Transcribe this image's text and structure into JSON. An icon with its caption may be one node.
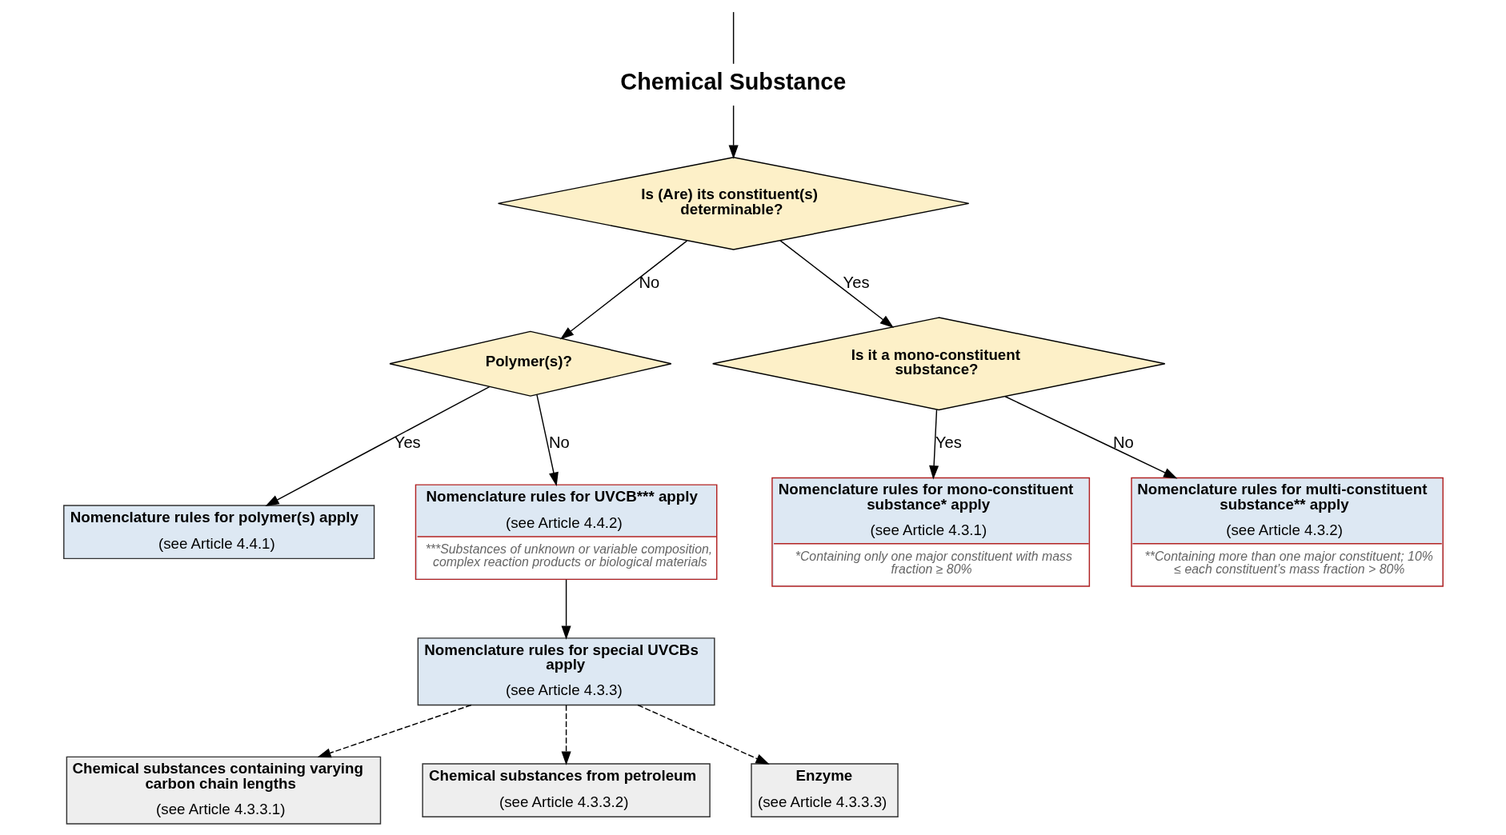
{
  "diagram": {
    "nodes": [
      {
        "text": [
          "Chemical Substance"
        ]
      },
      {
        "text": [
          "Is (Are) its constituent(s) determinable?"
        ]
      },
      {
        "text": [
          "Polymer(s)?"
        ]
      },
      {
        "text": [
          "Nomenclature rules for polymer(s) apply",
          "(see Article 4.4.1)"
        ]
      },
      {
        "text": [
          "Is it a mono-constituent substance?"
        ]
      },
      {
        "text": [
          "Nomenclature rules for UVCB*** apply",
          "(see Article 4.4.2)",
          "***Substances of unknown or variable composition, complex reaction products or biological materials"
        ]
      },
      {
        "text": [
          "Nomenclature rules for mono-constituent substance* apply",
          "(see Article 4.3.1)",
          "*Containing only one major constituent with mass fraction ≥ 80%"
        ]
      },
      {
        "text": [
          "Nomenclature rules for multi-constituent substance** apply",
          "(see Article 4.3.2)",
          "**Containing more than one major constituent; 10% ≤ each constituent’s mass fraction > 80%"
        ]
      },
      {
        "text": [
          "Nomenclature rules for special UVCBs apply",
          "(see Article 4.3.3)"
        ]
      },
      {
        "text": [
          "Chemical substances containing varying carbon chain lengths",
          "(see Article 4.3.3.1)"
        ]
      },
      {
        "text": [
          "Chemical substances from petroleum",
          "(see Article 4.3.3.2)"
        ]
      },
      {
        "text": [
          "Enzyme",
          "(see Article 4.3.3.3)"
        ]
      }
    ],
    "edges": [
      {
        "from": null,
        "to": 0,
        "arrow": "none"
      },
      {
        "from": 0,
        "to": 1,
        "arrow": "to"
      },
      {
        "from": 1,
        "to": 2,
        "arrow": "to",
        "label": "No"
      },
      {
        "from": 1,
        "to": 4,
        "arrow": "to",
        "label": "Yes"
      },
      {
        "from": 2,
        "to": 3,
        "arrow": "to",
        "label": "Yes"
      },
      {
        "from": 2,
        "to": 5,
        "arrow": "to",
        "label": "No"
      },
      {
        "from": 4,
        "to": 6,
        "arrow": "to",
        "label": "Yes"
      },
      {
        "from": 4,
        "to": 7,
        "arrow": "to",
        "label": "No"
      },
      {
        "from": 5,
        "to": 8,
        "arrow": "to"
      },
      {
        "from": 8,
        "to": 9,
        "arrow": "to",
        "style": "dashed"
      },
      {
        "from": 8,
        "to": 10,
        "arrow": "to",
        "style": "dashed"
      },
      {
        "from": 8,
        "to": 11,
        "arrow": "to",
        "style": "dashed"
      }
    ]
  }
}
